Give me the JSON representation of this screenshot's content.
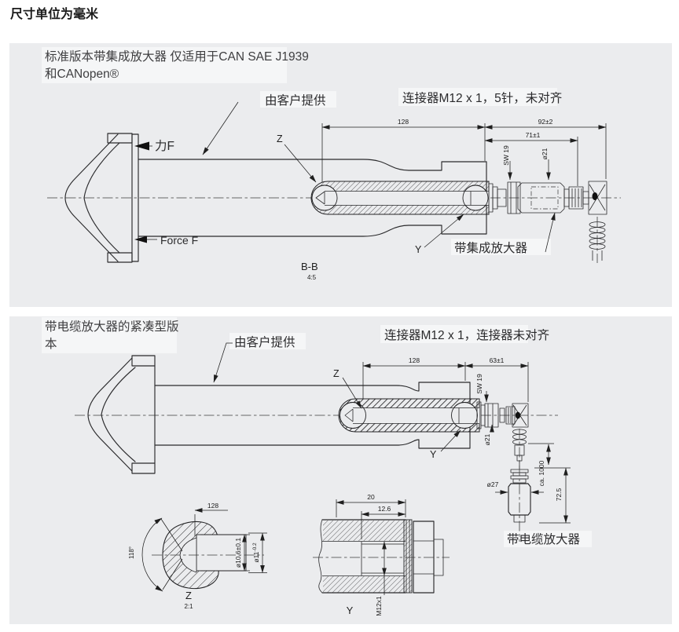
{
  "page": {
    "unit_label": "尺寸单位为毫米"
  },
  "top_panel": {
    "title_line1": "标准版本带集成放大器 仅适用于CAN SAE J1939",
    "title_line2": "和CANopen®",
    "customer_label": "由客户提供",
    "connector_label": "连接器M12 x 1，5针，未对齐",
    "force_cn": "力F",
    "force_en": "Force F",
    "z_label": "Z",
    "y_label": "Y",
    "amplifier_label": "带集成放大器",
    "section_label": "B-B",
    "section_scale": "4:5",
    "dim_128": "128",
    "dim_92": "92±2",
    "dim_71": "71±1",
    "dim_sw19": "SW 19",
    "dim_d21": "ø21"
  },
  "bottom_panel": {
    "title_line1": "带电缆放大器的紧凑型版",
    "title_line2": "本",
    "customer_label": "由客户提供",
    "connector_label": "连接器M12 x 1，连接器未对齐",
    "z_label": "Z",
    "y_label": "Y",
    "amplifier_label": "带电缆放大器",
    "dim_128": "128",
    "dim_63": "63±1",
    "dim_sw19": "SW 19",
    "dim_d21": "ø21",
    "dim_d27": "ø27",
    "dim_cable": "ca. 1000",
    "dim_72_5": "72.5",
    "detail_z": {
      "label": "Z",
      "scale": "2:1",
      "dim_128": "128",
      "dim_angle": "118°",
      "dim_d106": "ø10.6±0.1",
      "dim_d11": "ø11",
      "dim_d11_tol": "-0.2"
    },
    "detail_y": {
      "label": "Y",
      "dim_20": "20",
      "dim_12_6": "12.6",
      "dim_thread": "M12x1"
    }
  }
}
